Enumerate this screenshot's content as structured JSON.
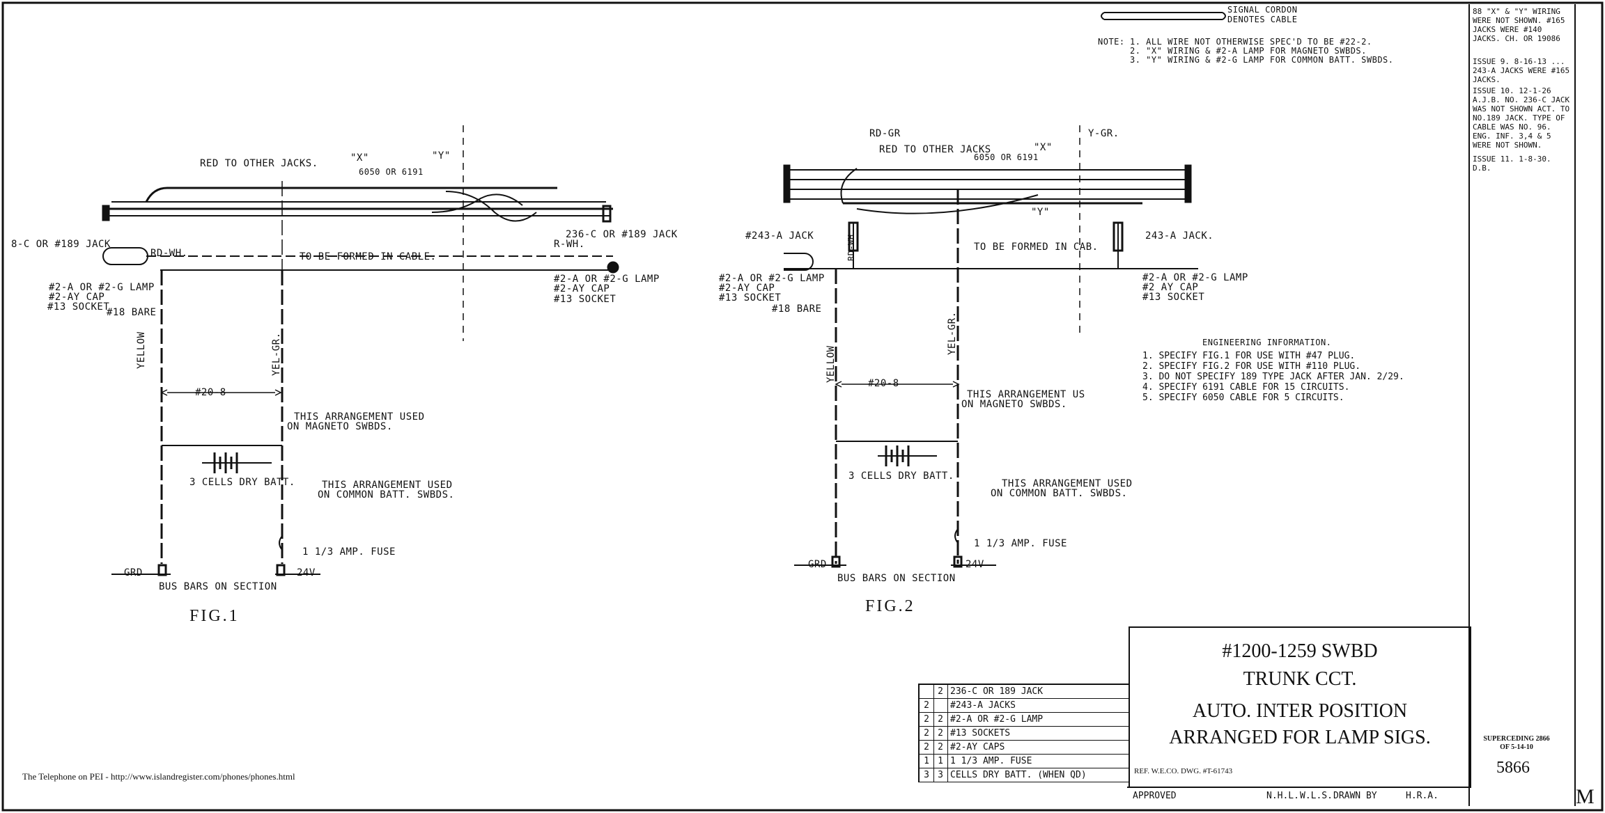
{
  "header": {
    "legend_line1": "SIGNAL CORDON",
    "legend_line2": "DENOTES CABLE",
    "note_title": "NOTE:",
    "notes": [
      "1. ALL WIRE NOT OTHERWISE SPEC'D TO BE #22-2.",
      "2. \"X\" WIRING & #2-A LAMP FOR MAGNETO SWBDS.",
      "3. \"Y\" WIRING & #2-G LAMP FOR COMMON BATT. SWBDS."
    ]
  },
  "fig1": {
    "caption": "FIG.1",
    "red_to_other_jacks": "RED TO OTHER JACKS.",
    "x_label": "\"X\"",
    "y_label": "\"Y\"",
    "cable_label": "6050 OR 6191",
    "jack_left": "8-C OR #189 JACK",
    "jack_right": "236-C OR #189 JACK",
    "rd_wh_left": "RD-WH.",
    "rd_wh_right": "R-WH.",
    "formed_in_cable": "TO BE FORMED IN CABLE.",
    "lamp_left_1": "#2-A OR #2-G LAMP",
    "lamp_left_2": "#2-AY CAP",
    "lamp_left_3": "#13 SOCKET",
    "bare": "#18 BARE",
    "lamp_right_1": "#2-A OR #2-G LAMP",
    "lamp_right_2": "#2-AY CAP",
    "lamp_right_3": "#13 SOCKET",
    "yellow": "YELLOW",
    "yel_gr": "YEL-GR.",
    "wire_gauge": "#20-8",
    "magneto_note_1": "THIS ARRANGEMENT USED",
    "magneto_note_2": "ON MAGNETO SWBDS.",
    "battery": "3 CELLS DRY BATT.",
    "common_note_1": "THIS ARRANGEMENT USED",
    "common_note_2": "ON COMMON BATT. SWBDS.",
    "fuse": "1 1/3 AMP. FUSE",
    "grd": "GRD",
    "v24": "24V",
    "bus_bars": "BUS BARS ON SECTION"
  },
  "fig2": {
    "caption": "FIG.2",
    "rd_gr": "RD-GR",
    "y_gr": "Y-GR.",
    "red_to_other_jacks": "RED TO OTHER JACKS",
    "cable_label": "6050 OR 6191",
    "x_label": "\"X\"",
    "y_label": "\"Y\"",
    "jack_left": "#243-A JACK",
    "jack_right": "243-A JACK.",
    "rd_wh": "RD-WH",
    "formed_in_cable": "TO BE FORMED IN CAB.",
    "lamp_left_1": "#2-A OR #2-G LAMP",
    "lamp_left_2": "#2-AY CAP",
    "lamp_left_3": "#13 SOCKET",
    "bare": "#18 BARE",
    "lamp_right_1": "#2-A OR #2-G LAMP",
    "lamp_right_2": "#2 AY CAP",
    "lamp_right_3": "#13 SOCKET",
    "yellow": "YELLOW",
    "yel_gr": "YEL-GR.",
    "wire_gauge": "#20-8",
    "magneto_note_1": "THIS ARRANGEMENT US",
    "magneto_note_2": "ON MAGNETO SWBDS.",
    "battery": "3 CELLS DRY BATT.",
    "common_note_1": "THIS ARRANGEMENT USED",
    "common_note_2": "ON COMMON BATT. SWBDS.",
    "fuse": "1 1/3 AMP. FUSE",
    "grd": "GRD",
    "v24": "24V",
    "bus_bars": "BUS BARS ON SECTION"
  },
  "engineering": {
    "title": "ENGINEERING INFORMATION.",
    "items": [
      "1. SPECIFY FIG.1 FOR USE WITH #47 PLUG.",
      "2. SPECIFY FIG.2 FOR USE WITH #110 PLUG.",
      "3. DO NOT SPECIFY 189 TYPE JACK AFTER JAN. 2/29.",
      "4. SPECIFY 6191 CABLE FOR 15 CIRCUITS.",
      "5. SPECIFY 6050 CABLE FOR 5 CIRCUITS."
    ]
  },
  "title_block": {
    "line1": "#1200-1259 SWBD",
    "line2": "TRUNK CCT.",
    "line3": "AUTO. INTER POSITION",
    "line4": "ARRANGED FOR LAMP SIGS.",
    "ref": "REF. W.E.CO. DWG. #T-61743"
  },
  "parts_list": [
    {
      "q1": "",
      "q2": "2",
      "name": "236-C OR 189 JACK"
    },
    {
      "q1": "2",
      "q2": "",
      "name": "#243-A JACKS"
    },
    {
      "q1": "2",
      "q2": "2",
      "name": "#2-A OR #2-G LAMP"
    },
    {
      "q1": "2",
      "q2": "2",
      "name": "#13 SOCKETS"
    },
    {
      "q1": "2",
      "q2": "2",
      "name": "#2-AY CAPS"
    },
    {
      "q1": "1",
      "q2": "1",
      "name": "1 1/3 AMP. FUSE"
    },
    {
      "q1": "3",
      "q2": "3",
      "name": "CELLS DRY BATT. (WHEN QD)"
    }
  ],
  "approval": {
    "approved": "APPROVED",
    "checker": "N.H.L.",
    "tracer": "W.L.S.",
    "drawn": "DRAWN BY",
    "initials": "H.R.A."
  },
  "revisions": [
    "88 \"X\" & \"Y\" WIRING WERE NOT SHOWN. #165 JACKS WERE #140 JACKS. CH. OR 19086",
    "ISSUE 9. 8-16-13 ... 243-A JACKS WERE #165 JACKS.",
    "ISSUE 10. 12-1-26 A.J.B. NO. 236-C JACK WAS NOT SHOWN ACT. TO NO.189 JACK. TYPE OF CABLE WAS NO. 96. ENG. INF. 3,4 & 5 WERE NOT SHOWN.",
    "ISSUE 11. 1-8-30. D.B."
  ],
  "superseding": "SUPERCEDING 2866 OF 5-14-10",
  "drawing_number": "5866",
  "sheet_letter": "M",
  "credit": "The Telephone on PEI - http://www.islandregister.com/phones/phones.html"
}
